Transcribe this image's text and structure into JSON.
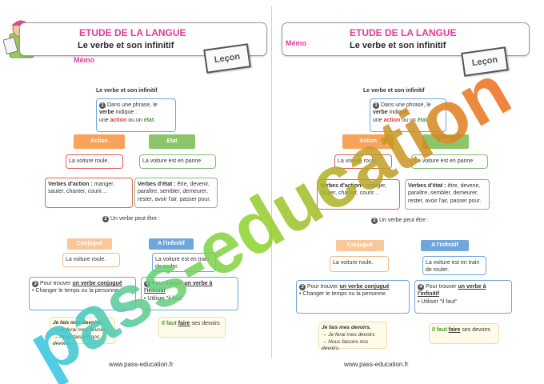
{
  "header": {
    "title": "ETUDE DE LA LANGUE",
    "subtitle": "Le verbe et son infinitif",
    "memo_label": "Mémo",
    "lecon_label": "Leçon"
  },
  "topic": "Le verbe et son infinitif",
  "intro": {
    "number": "1",
    "text_a": "Dans une phrase, le",
    "verbe": "verbe",
    "text_b": "indique :",
    "une1": "une",
    "action": "action",
    "ou": "ou un",
    "etat": "état",
    "dot": "."
  },
  "categories": {
    "action": "Action",
    "etat": "Etat"
  },
  "examples": {
    "action": "La voiture roule.",
    "etat": "La voiture est en panne"
  },
  "lists": {
    "action_label": "Verbes d'action :",
    "action_items": "manger, sauter, chanter, courir…",
    "etat_label": "Verbes d'état :",
    "etat_items": "être, devenir, paraître, sembler, demeurer, rester, avoir l'air, passer pour."
  },
  "step2": {
    "number": "2",
    "text": "Un verbe peut être :"
  },
  "forms": {
    "conjugue": "Conjugué",
    "infinitif": "A l'infinitif",
    "conj_example": "La voiture roule.",
    "inf_example": "La voiture est en train de rouler."
  },
  "tip3": {
    "number": "3",
    "text_a": "Pour trouver",
    "link": "un verbe conjugué",
    "rule": "Changer le temps ou la personne."
  },
  "tip4": {
    "number": "4",
    "text_a": "Pour trouver",
    "link": "un verbe à l'infinitif",
    "rule": "Utiliser \"il faut\""
  },
  "example3": {
    "line1": "Je fais mes devoirs.",
    "line2": "→ Je ferai mes devoirs",
    "line3": "→ Nous faisons nos devoirs."
  },
  "example4": {
    "line_a": "Il faut",
    "line_b": "faire",
    "line_c": "ses devoirs"
  },
  "footer": "www.pass-education.fr",
  "watermark": "pass-education"
}
